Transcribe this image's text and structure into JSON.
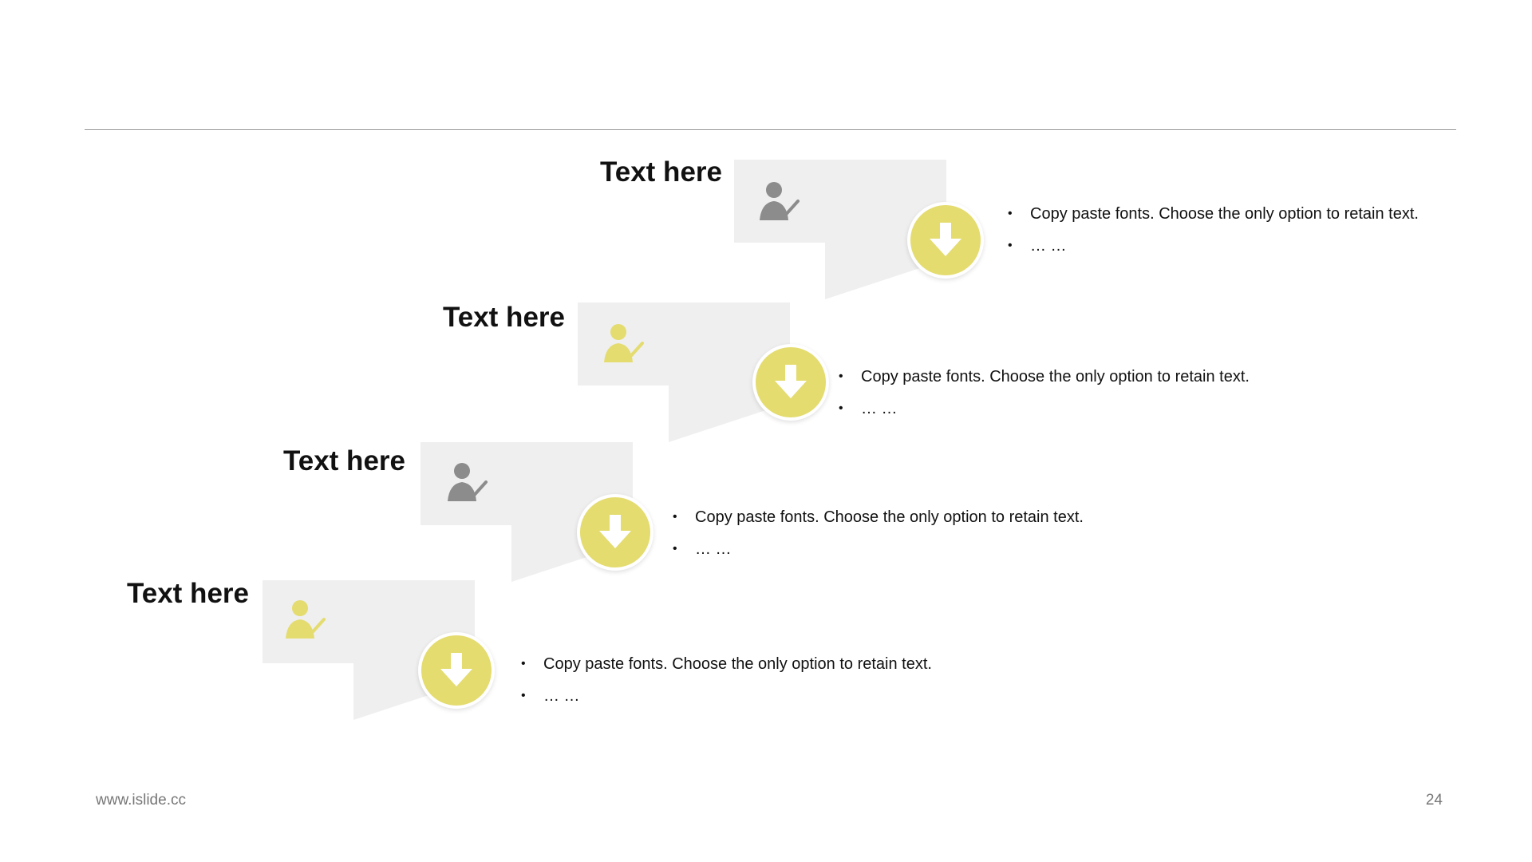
{
  "slide": {
    "footer_url": "www.islide.cc",
    "page_number": "24"
  },
  "colors": {
    "accent": "#e4dc6f",
    "card": "#efefef",
    "icon_gray": "#8c8c8c",
    "icon_yellow": "#e4dc6f"
  },
  "steps": [
    {
      "title": "Text here",
      "icon": "person-check-icon",
      "icon_color": "gray",
      "arrow": "down-arrow-icon",
      "bullets": [
        "Copy paste fonts. Choose the only option to retain text.",
        "… …"
      ]
    },
    {
      "title": "Text here",
      "icon": "person-check-icon",
      "icon_color": "yellow",
      "arrow": "down-arrow-icon",
      "bullets": [
        "Copy paste fonts. Choose the only option to retain text.",
        "… …"
      ]
    },
    {
      "title": "Text here",
      "icon": "person-check-icon",
      "icon_color": "gray",
      "arrow": "down-arrow-icon",
      "bullets": [
        "Copy paste fonts. Choose the only option to retain text.",
        "… …"
      ]
    },
    {
      "title": "Text here",
      "icon": "person-check-icon",
      "icon_color": "yellow",
      "arrow": "down-arrow-icon",
      "bullets": [
        "Copy paste fonts. Choose the only option to retain text.",
        "… …"
      ]
    }
  ]
}
